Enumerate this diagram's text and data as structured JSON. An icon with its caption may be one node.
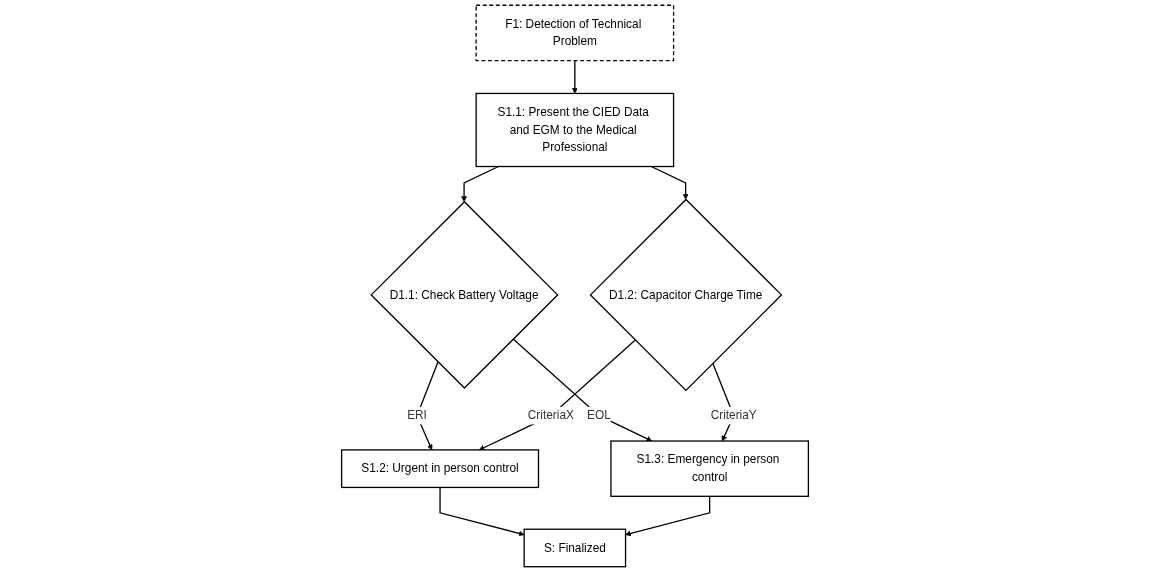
{
  "diagram": {
    "nodes": [
      {
        "text": [
          "F1: Detection of Technical Problem"
        ]
      },
      {
        "text": [
          "S1.1: Present the CIED Data and EGM to the Medical Professional"
        ]
      },
      {
        "text": [
          "D1.1: Check Battery Voltage"
        ]
      },
      {
        "text": [
          "D1.2: Capacitor Charge Time"
        ]
      },
      {
        "text": [
          "S1.2: Urgent in person control"
        ]
      },
      {
        "text": [
          "S1.3: Emergency in person control"
        ]
      },
      {
        "text": [
          "S: Finalized"
        ]
      }
    ],
    "edges": [
      {
        "from": 0,
        "to": 1,
        "arrow": "to"
      },
      {
        "from": 1,
        "to": 2,
        "arrow": "to"
      },
      {
        "from": 1,
        "to": 3,
        "arrow": "to"
      },
      {
        "from": 2,
        "to": 4,
        "arrow": "to",
        "label": "ERI"
      },
      {
        "from": 2,
        "to": 5,
        "arrow": "to",
        "label": "EOL"
      },
      {
        "from": 3,
        "to": 4,
        "arrow": "to",
        "label": "CriteriaX"
      },
      {
        "from": 3,
        "to": 5,
        "arrow": "to",
        "label": "CriteriaY"
      },
      {
        "from": 4,
        "to": 6,
        "arrow": "to"
      },
      {
        "from": 5,
        "to": 6,
        "arrow": "to"
      }
    ]
  }
}
